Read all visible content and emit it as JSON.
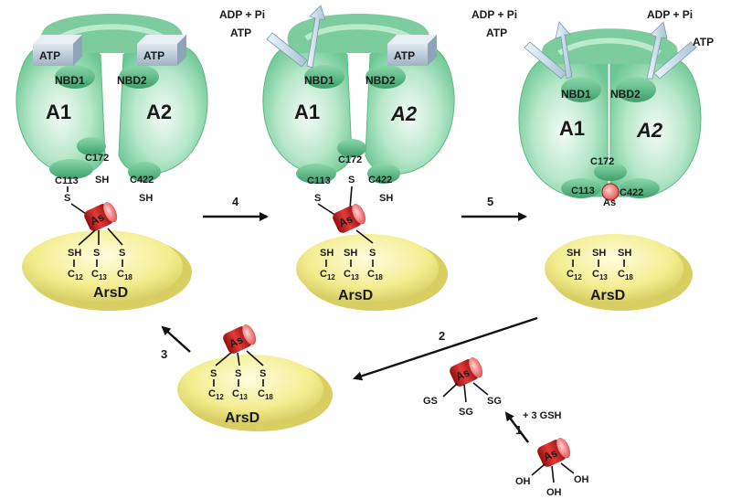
{
  "labels": {
    "atp": "ATP",
    "adp_pi": "ADP + Pi",
    "nbd1": "NBD1",
    "nbd2": "NBD2",
    "a1": "A1",
    "a2": "A2",
    "c113": "C113",
    "c172": "C172",
    "c422": "C422",
    "sh": "SH",
    "s": "S",
    "as": "As",
    "arsd": "ArsD",
    "gs": "GS",
    "sg": "SG",
    "oh": "OH",
    "gsh_add": "+ 3 GSH",
    "c": "C",
    "n12": "12",
    "n13": "13",
    "n18": "18"
  },
  "steps": {
    "s1": "1",
    "s2": "2",
    "s3": "3",
    "s4": "4",
    "s5": "5"
  },
  "colors": {
    "protein_green": "#8fd9ad",
    "arsd_yellow": "#f2ec8e",
    "arsenic_red": "#d42424",
    "atp_box": "#b9cad8",
    "arrow_light": "#cfe4f0"
  }
}
